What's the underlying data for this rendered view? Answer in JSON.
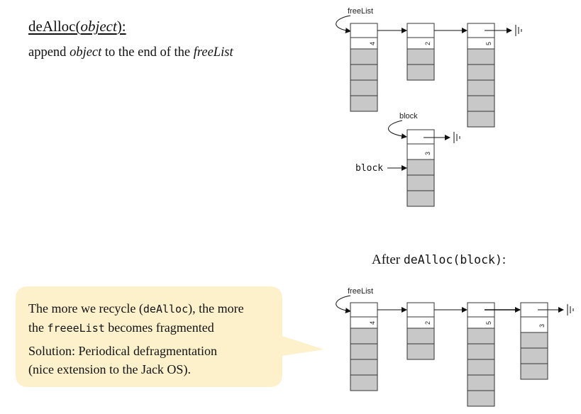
{
  "heading": {
    "func": "deAlloc(",
    "param": "object",
    "close": "):"
  },
  "description": {
    "pre": "append ",
    "object": "object",
    "mid": " to the end of the ",
    "list": "freeList"
  },
  "labels": {
    "freelist_top": "freeList",
    "block_curve": "block",
    "block_pointer": "block",
    "freelist_bottom": "freeList"
  },
  "after": {
    "pre": "After ",
    "code": "deAlloc(block)",
    "post": ":"
  },
  "callout": {
    "line1_pre": "The more we recycle (",
    "line1_code": "deAlloc",
    "line1_post": "), the more",
    "line2_pre": "the ",
    "line2_code": "freeeList",
    "line2_post": " becomes fragmented",
    "line3": "Solution: Periodical defragmentation",
    "line4": "(nice extension to the Jack OS)."
  },
  "block_sizes": {
    "top": [
      "4",
      "2",
      "5"
    ],
    "block": "3",
    "bottom": [
      "4",
      "2",
      "5",
      "3"
    ]
  },
  "colors": {
    "cell_fill": "#c8c8c8",
    "callout_fill": "#fdf1cc",
    "line": "#111111"
  }
}
